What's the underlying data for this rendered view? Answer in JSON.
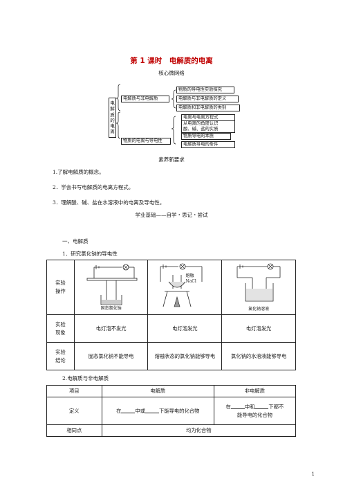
{
  "title": "第 1 课时　电解质的电离",
  "concept_map": {
    "heading": "核心微网络",
    "root": [
      "电",
      "解",
      "质",
      "的",
      "电",
      "离"
    ],
    "branch1": {
      "label": "电解质与非电解质",
      "items": [
        "物质的导电性实验探究",
        "电解质与非电解质的定义",
        "电解质和非电解质的类别"
      ]
    },
    "branch2": {
      "label": "物质的电离与导电性",
      "items": [
        "电离与电离方程式",
        "从电离的角度认识",
        "酸、碱、盐的实质",
        "物质导电的本质",
        "电解质导电的条件"
      ]
    }
  },
  "requirements": {
    "heading": "素养新要求",
    "items": [
      "1.了解电解质的概念。",
      "2．学会书写电解质的电离方程式。",
      "3．理解酸、碱、盐在水溶液中的电离及导电性。"
    ]
  },
  "basics_heading": "学业基础——自学・思记・尝试",
  "section1": "一、电解质",
  "subsection1": "1．研究氯化钠的导电性",
  "table1": {
    "rows": [
      {
        "label": [
          "实验",
          "操作"
        ],
        "cells": [
          "",
          "",
          ""
        ]
      },
      {
        "label": [
          "实验",
          "现象"
        ],
        "cells": [
          "电灯泡不发光",
          "电灯泡发光",
          "电灯泡发光"
        ]
      },
      {
        "label": [
          "实验",
          "结论"
        ],
        "cells": [
          "固态氯化钠不能导电",
          "熔融状态的氯化钠能够导电",
          "氯化钠的水溶液能够导电"
        ]
      }
    ],
    "diagram_labels": [
      "固态氯化钠",
      "熔融",
      "NaCl",
      "氯化钠溶液"
    ]
  },
  "subsection2": "2.电解质与非电解质",
  "table2": {
    "headers": [
      "项目",
      "电解质",
      "非电解质"
    ],
    "def_label": "定义",
    "elec_def": [
      "在",
      "中或",
      "下能导电的化合物"
    ],
    "nonelec_def": [
      "在",
      "中和",
      "下都不",
      "能导电的化合物"
    ],
    "common_label": "相同点",
    "common_value": "均为化合物"
  },
  "page_number": "1"
}
